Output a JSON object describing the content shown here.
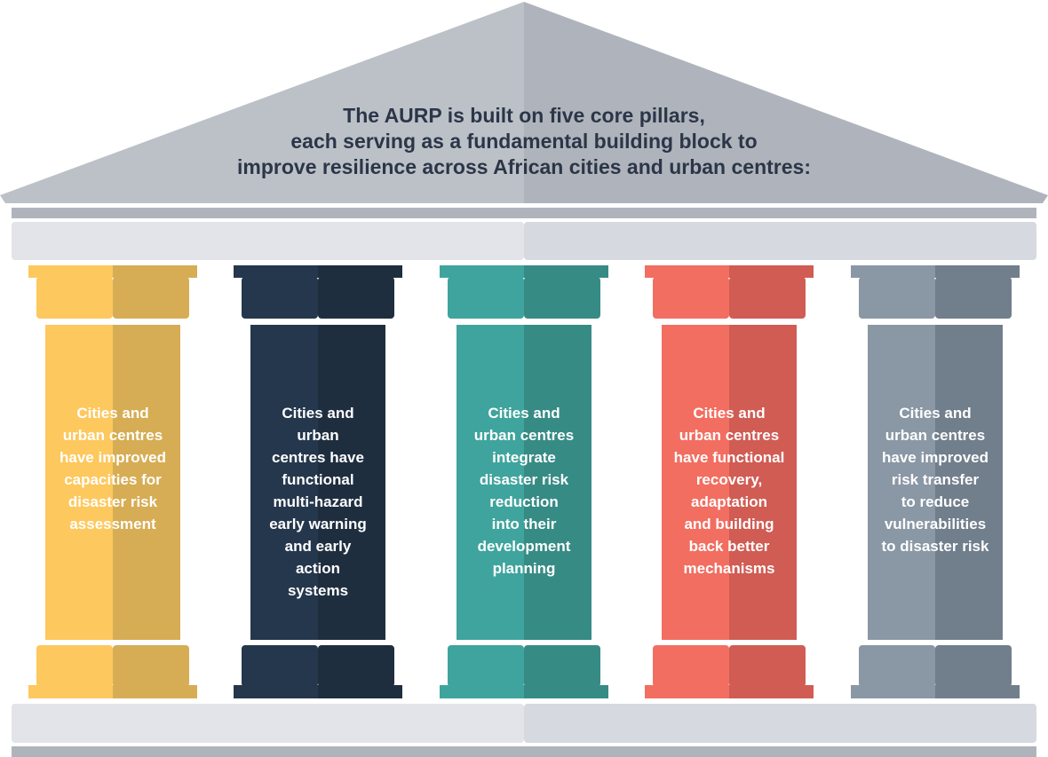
{
  "heading": {
    "lines": [
      "The AURP is built on five core pillars,",
      "each serving as a fundamental building block to",
      "improve resilience across African cities and urban centres:"
    ]
  },
  "colors": {
    "roof_light": "#bcc1c8",
    "roof_dark": "#afb4bc",
    "beam_light": "#e2e4e9",
    "beam_dark": "#d6d9df",
    "heading_text": "#2c3648",
    "pillar_text": "#ffffff"
  },
  "pillars": [
    {
      "id": "pillar-1",
      "color_light": "#fdc85d",
      "color_dark": "#d6ad54",
      "lines": [
        "Cities and",
        "urban centres",
        "have improved",
        "capacities for",
        "disaster risk",
        "assessment"
      ]
    },
    {
      "id": "pillar-2",
      "color_light": "#25374d",
      "color_dark": "#1f2e3f",
      "lines": [
        "Cities and",
        "urban",
        "centres have",
        "functional",
        "multi-hazard",
        "early warning",
        "and early",
        "action",
        "systems"
      ]
    },
    {
      "id": "pillar-3",
      "color_light": "#3fa49d",
      "color_dark": "#378b85",
      "lines": [
        "Cities and",
        "urban centres",
        "integrate",
        "disaster risk",
        "reduction",
        "into their",
        "development",
        "planning"
      ]
    },
    {
      "id": "pillar-4",
      "color_light": "#f26e61",
      "color_dark": "#d05c53",
      "lines": [
        "Cities and",
        "urban centres",
        "have functional",
        "recovery,",
        "adaptation",
        "and building",
        "back better",
        "mechanisms"
      ]
    },
    {
      "id": "pillar-5",
      "color_light": "#8a97a5",
      "color_dark": "#717e8c",
      "lines": [
        "Cities and",
        "urban centres",
        "have improved",
        "risk transfer",
        "to reduce",
        "vulnerabilities",
        "to disaster risk"
      ]
    }
  ]
}
